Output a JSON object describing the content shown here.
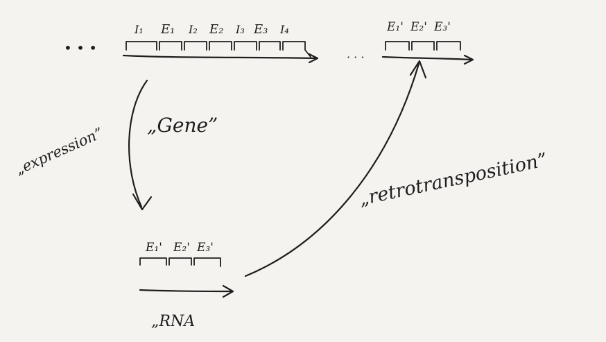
{
  "genome": {
    "leading_dots": "• • •",
    "trailing_dots": "· · ·",
    "segments": [
      "I₁",
      "E₁",
      "I₂",
      "E₂",
      "I₃",
      "E₃",
      "I₄"
    ]
  },
  "inserted": {
    "segments": [
      "E₁'",
      "E₂'",
      "E₃'"
    ]
  },
  "rna": {
    "segments": [
      "E₁'",
      "E₂'",
      "E₃'"
    ],
    "label": "„RNA"
  },
  "labels": {
    "gene": "„Gene”",
    "expression": "„expression”",
    "retrotransposition": "„retrotransposition”"
  },
  "colors": {
    "ink": "#1e1e1e",
    "paper": "#f4f3ef"
  }
}
